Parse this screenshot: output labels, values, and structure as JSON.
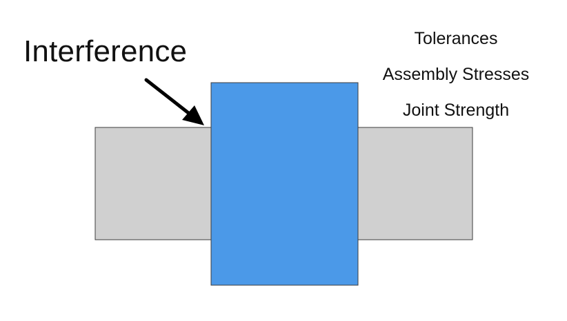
{
  "main_label": "Interference",
  "considerations": [
    "Tolerances",
    "Assembly Stresses",
    "Joint Strength"
  ],
  "colors": {
    "plate_fill": "#d0d0d0",
    "pin_fill": "#4b99e8",
    "outline": "#3c3c3c",
    "arrow": "#000000"
  }
}
